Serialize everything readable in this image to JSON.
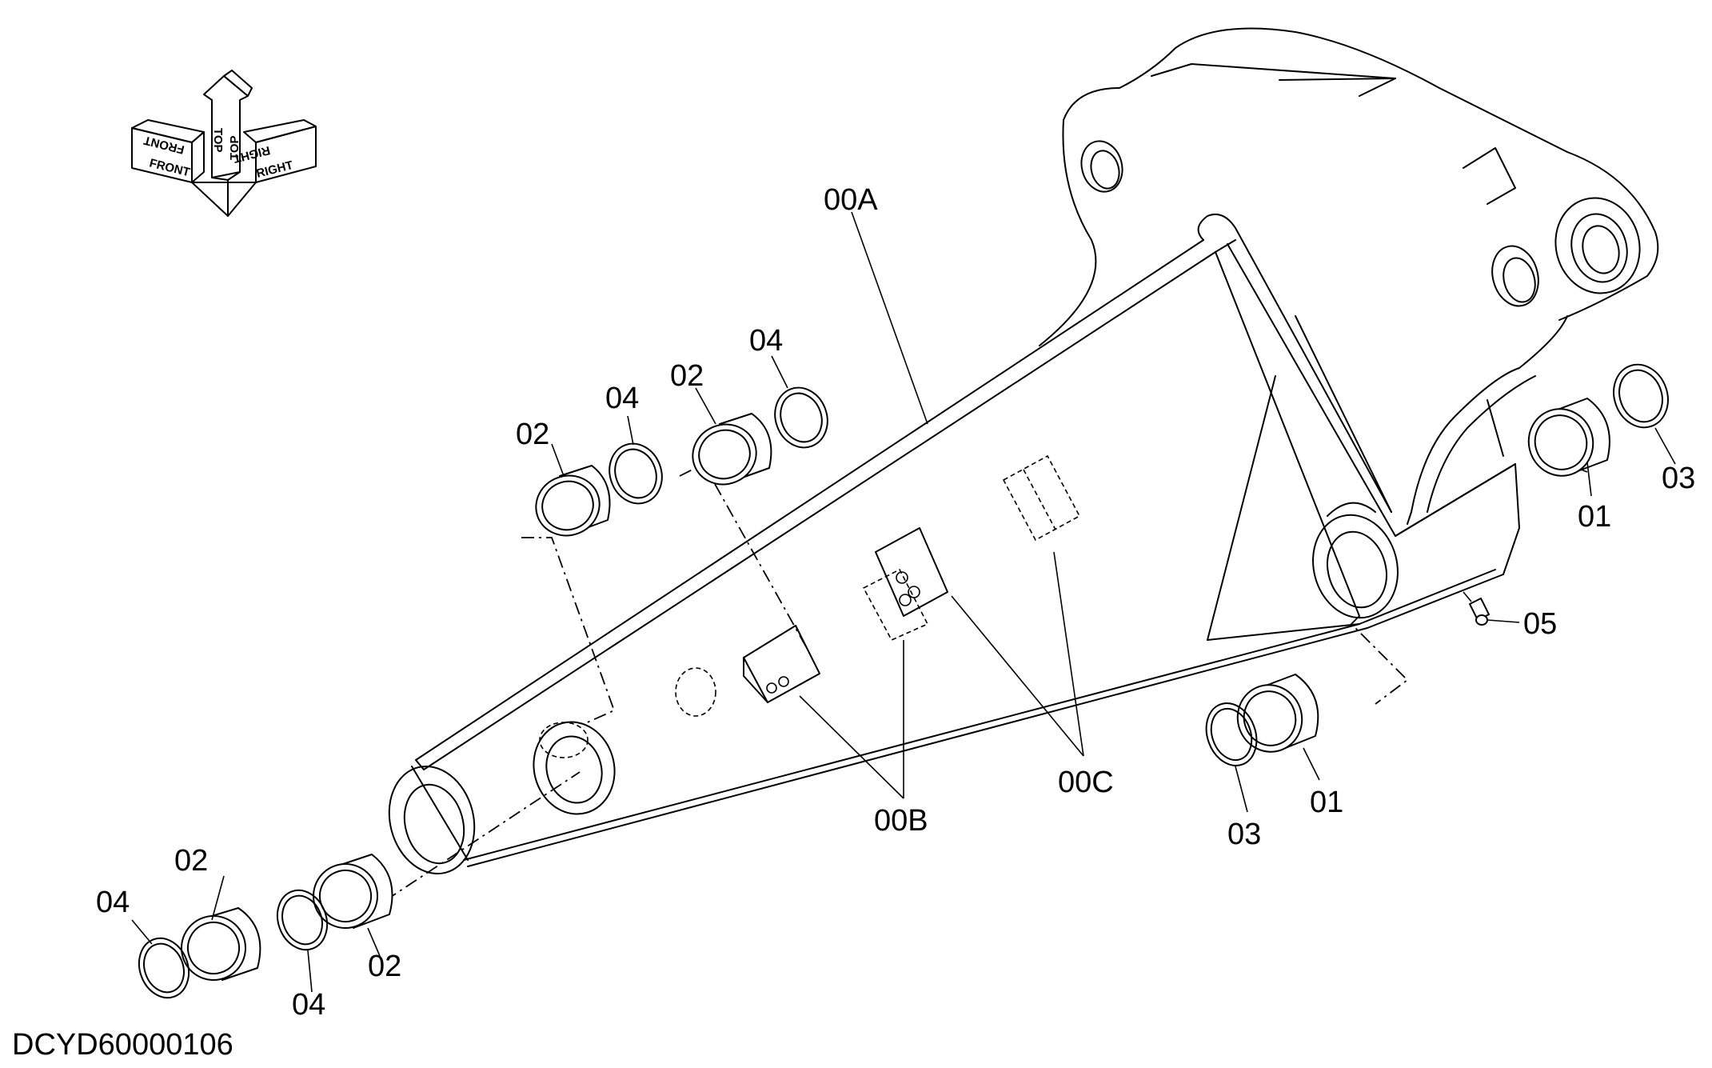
{
  "drawing_code": "DCYD60000106",
  "orientation": {
    "front": "FRONT",
    "top": "TOP",
    "right": "RIGHT"
  },
  "callouts": {
    "a00A": "00A",
    "b00B": "00B",
    "c00C": "00C",
    "c01_upper": "01",
    "c01_lower": "01",
    "c02_a": "02",
    "c02_b": "02",
    "c02_c": "02",
    "c02_d": "02",
    "c03_upper": "03",
    "c03_lower": "03",
    "c04_a": "04",
    "c04_b": "04",
    "c04_c": "04",
    "c04_d": "04",
    "c05": "05"
  }
}
